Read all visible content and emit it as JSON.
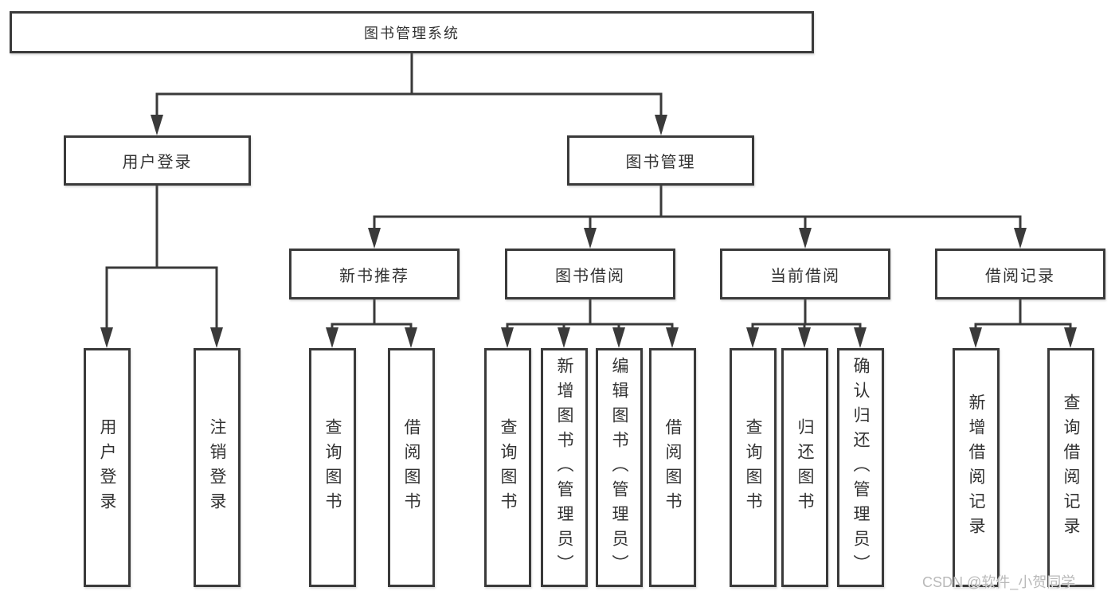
{
  "diagram": {
    "root": {
      "label": "图书管理系统"
    },
    "level2": [
      {
        "label": "用户登录"
      },
      {
        "label": "图书管理"
      }
    ],
    "level3": [
      {
        "label": "新书推荐"
      },
      {
        "label": "图书借阅"
      },
      {
        "label": "当前借阅"
      },
      {
        "label": "借阅记录"
      }
    ],
    "leaves": {
      "user_login": [
        "用户登录",
        "注销登录"
      ],
      "new_books": [
        "查询图书",
        "借阅图书"
      ],
      "book_borrowing": [
        "查询图书",
        "新增图书（管理员）",
        "编辑图书（管理员）",
        "借阅图书"
      ],
      "current_borrowing": [
        "查询图书",
        "归还图书",
        "确认归还（管理员）"
      ],
      "borrow_records": [
        "新增借阅记录",
        "查询借阅记录"
      ]
    }
  },
  "colors": {
    "line": "#3a3a3a",
    "text": "#333333",
    "watermark": "#b9b9b9"
  },
  "watermark": {
    "text": "CSDN @软件_小贺同学"
  }
}
